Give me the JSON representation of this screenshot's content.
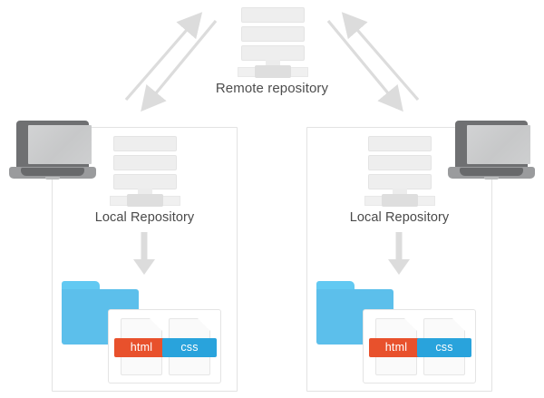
{
  "diagram": {
    "title_remote": "Remote repository",
    "colors": {
      "folder": "#5cbfeb",
      "html_band": "#e8512c",
      "css_band": "#29a3dc",
      "arrow": "#dcdcdc",
      "server": "#eeeeee",
      "laptop": "#6f7072",
      "panel_border": "#e2e2e2",
      "label_text": "#4a4a4a"
    },
    "remote": {
      "label": "Remote repository",
      "icon": "server-icon"
    },
    "arrows": [
      {
        "name": "arrow-up-left-to-remote",
        "direction": "up-right"
      },
      {
        "name": "arrow-remote-to-down-left",
        "direction": "down-left"
      },
      {
        "name": "arrow-up-right-to-remote",
        "direction": "up-left"
      },
      {
        "name": "arrow-remote-to-down-right",
        "direction": "down-right"
      }
    ],
    "workspaces": [
      {
        "side": "left",
        "label": "Local Repository",
        "laptop_icon": "laptop-icon",
        "server_icon": "server-icon",
        "down_arrow": "arrow-down",
        "folder_icon": "folder-icon",
        "files": [
          {
            "name": "html",
            "label": "html",
            "color": "#e8512c"
          },
          {
            "name": "css",
            "label": "css",
            "color": "#29a3dc"
          }
        ]
      },
      {
        "side": "right",
        "label": "Local Repository",
        "laptop_icon": "laptop-icon",
        "server_icon": "server-icon",
        "down_arrow": "arrow-down",
        "folder_icon": "folder-icon",
        "files": [
          {
            "name": "html",
            "label": "html",
            "color": "#e8512c"
          },
          {
            "name": "css",
            "label": "css",
            "color": "#29a3dc"
          }
        ]
      }
    ]
  }
}
